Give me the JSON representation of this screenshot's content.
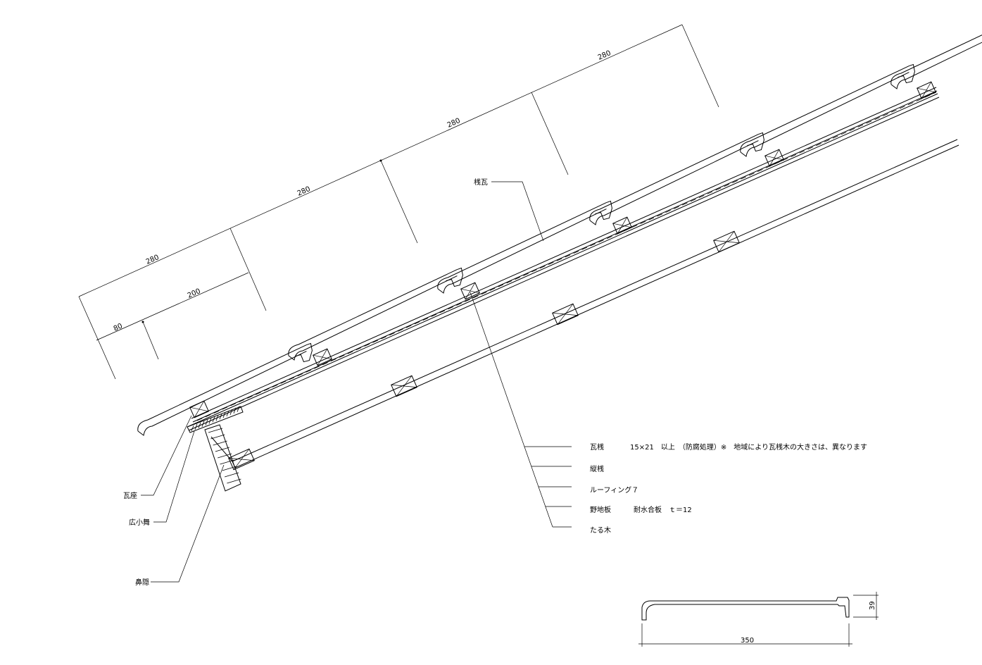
{
  "dimensions": {
    "d80": "80",
    "d200": "200",
    "d280a": "280",
    "d280b": "280",
    "d280c": "280",
    "d280d": "280",
    "profile_width": "350",
    "profile_height": "39"
  },
  "labels": {
    "sangawara": "桟瓦",
    "kawaragi": "瓦座",
    "hirokomai": "広小舞",
    "hanakakushi": "鼻隠"
  },
  "callouts": {
    "c1_name": "瓦桟",
    "c1_spec": "15×21　以上　（防腐処理）※　地域により瓦桟木の大きさは、異なります",
    "c2_name": "縦桟",
    "c3_name": "ルーフィング７",
    "c4_name": "野地板",
    "c4_spec": "耐水合板　ｔ＝12",
    "c5_name": "たる木"
  }
}
